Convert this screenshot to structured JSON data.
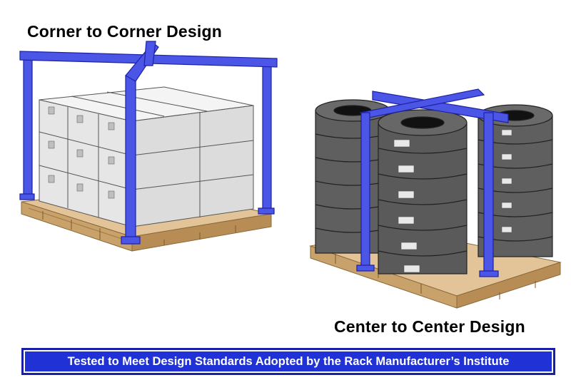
{
  "titles": {
    "corner": "Corner to Corner Design",
    "center": "Center to Center Design"
  },
  "banner": {
    "text": "Tested to Meet Design Standards Adopted by the Rack Manufacturer’s Institute"
  },
  "colors": {
    "frame_blue": "#4b55e6",
    "banner_blue": "#2031d6",
    "pallet_wood": "#d9b88a",
    "box_white": "#eeeeee",
    "tire_gray": "#5b5b5b"
  }
}
